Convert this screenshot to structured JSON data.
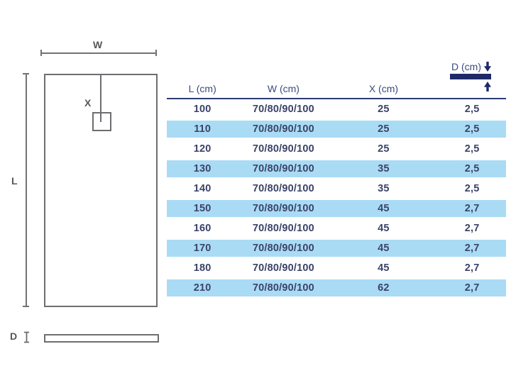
{
  "diagram": {
    "width_label": "W",
    "length_label": "L",
    "drain_offset_label": "X",
    "depth_label": "D"
  },
  "table": {
    "headers": [
      "L (cm)",
      "W (cm)",
      "X (cm)",
      "D (cm)"
    ],
    "rows": [
      [
        "100",
        "70/80/90/100",
        "25",
        "2,5"
      ],
      [
        "110",
        "70/80/90/100",
        "25",
        "2,5"
      ],
      [
        "120",
        "70/80/90/100",
        "25",
        "2,5"
      ],
      [
        "130",
        "70/80/90/100",
        "35",
        "2,5"
      ],
      [
        "140",
        "70/80/90/100",
        "35",
        "2,5"
      ],
      [
        "150",
        "70/80/90/100",
        "45",
        "2,7"
      ],
      [
        "160",
        "70/80/90/100",
        "45",
        "2,7"
      ],
      [
        "170",
        "70/80/90/100",
        "45",
        "2,7"
      ],
      [
        "180",
        "70/80/90/100",
        "45",
        "2,7"
      ],
      [
        "210",
        "70/80/90/100",
        "62",
        "2,7"
      ]
    ]
  },
  "colors": {
    "table_text_navy": "#3c4a80",
    "row_highlight_blue": "#a9dbf5",
    "depth_bar_navy": "#1e2a68",
    "header_line_navy": "#2c3c74",
    "diagram_line_gray": "#6d6e71",
    "diagram_label_gray": "#55565a"
  }
}
